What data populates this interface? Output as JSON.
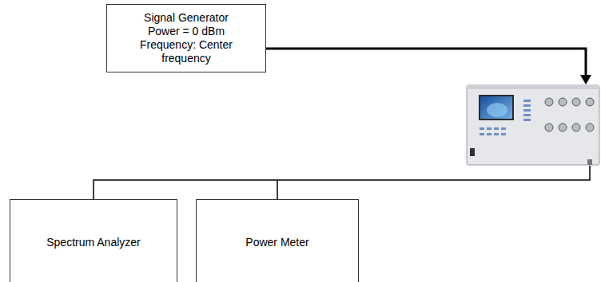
{
  "diagram": {
    "nodes": [
      {
        "text": [
          "Signal Generator",
          "Power = 0 dBm",
          "Frequency: Center frequency"
        ]
      },
      {
        "text": [
          "Spectrum Analyzer"
        ]
      },
      {
        "text": [
          "Power Meter"
        ]
      }
    ]
  }
}
